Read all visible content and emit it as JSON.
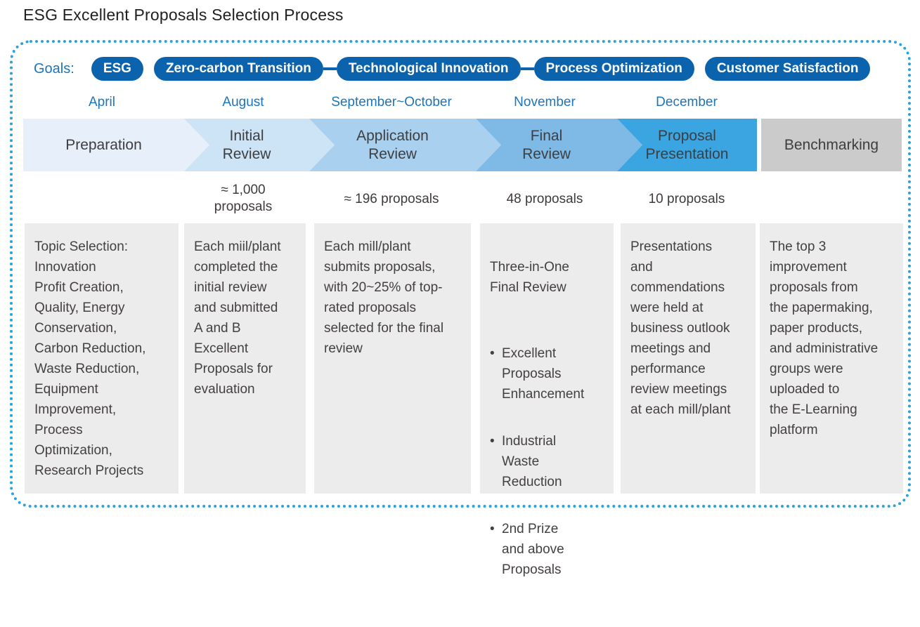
{
  "title": "ESG Excellent Proposals Selection Process",
  "goals": {
    "label": "Goals:",
    "items": [
      {
        "label": "ESG"
      },
      {
        "label": "Zero-carbon Transition"
      },
      {
        "label": "Technological Innovation"
      },
      {
        "label": "Process Optimization"
      },
      {
        "label": "Customer Satisfaction"
      }
    ]
  },
  "timeline": {
    "months": [
      "April",
      "August",
      "September~October",
      "November",
      "December"
    ],
    "stages": [
      "Preparation",
      "Initial\nReview",
      "Application\nReview",
      "Final\nReview",
      "Proposal\nPresentation",
      "Benchmarking"
    ],
    "counts": [
      "≈ 1,000\nproposals",
      "≈ 196 proposals",
      "48 proposals",
      "10 proposals"
    ]
  },
  "columns": [
    {
      "text": "Topic Selection:\nInnovation\nProfit Creation,\nQuality, Energy\nConservation,\nCarbon Reduction,\nWaste Reduction,\nEquipment\nImprovement,\nProcess\nOptimization,\nResearch Projects"
    },
    {
      "text": "Each miil/plant\ncompleted the\ninitial review\nand submitted\nA and B\nExcellent\nProposals for\nevaluation"
    },
    {
      "text": "Each mill/plant\nsubmits proposals,\nwith 20~25% of top-\nrated proposals\nselected for the final\nreview"
    },
    {
      "heading": "Three-in-One\nFinal Review",
      "bullets": [
        "Excellent\nProposals\nEnhancement",
        "Industrial\nWaste\nReduction",
        "2nd Prize\nand above\nProposals"
      ]
    },
    {
      "text": "Presentations\nand\ncommendations\nwere held at\nbusiness outlook\nmeetings and\nperformance\nreview meetings\nat each mill/plant"
    },
    {
      "text": "The top 3\nimprovement\nproposals from\nthe papermaking,\npaper products,\nand administrative\ngroups were\nuploaded to\nthe E-Learning\nplatform"
    }
  ],
  "colors": {
    "pill_blue": "#0b62ad",
    "text_blue": "#1b75bc",
    "border_blue": "#2aa2db",
    "panel_gray": "#ececec",
    "stage_fills": [
      "#e6effa",
      "#cde3f6",
      "#a9d0ee",
      "#7fb9e6",
      "#3aa5e0",
      "#cbcbcb"
    ]
  }
}
